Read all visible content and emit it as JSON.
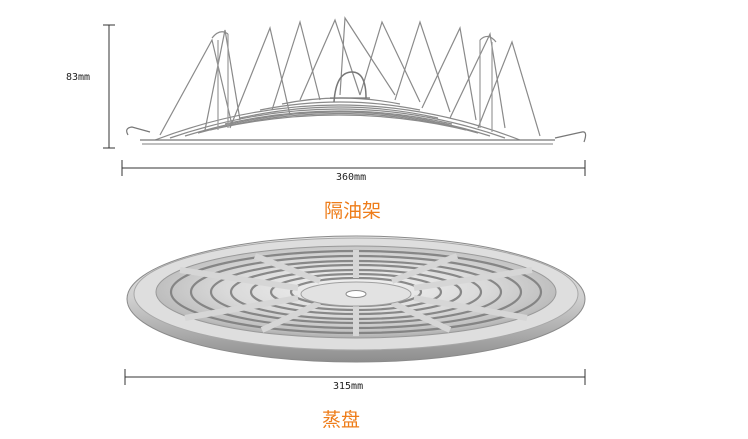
{
  "rack": {
    "height_label": "83mm",
    "width_label": "360mm",
    "caption": "隔油架"
  },
  "tray": {
    "width_label": "315mm",
    "caption": "蒸盘"
  }
}
